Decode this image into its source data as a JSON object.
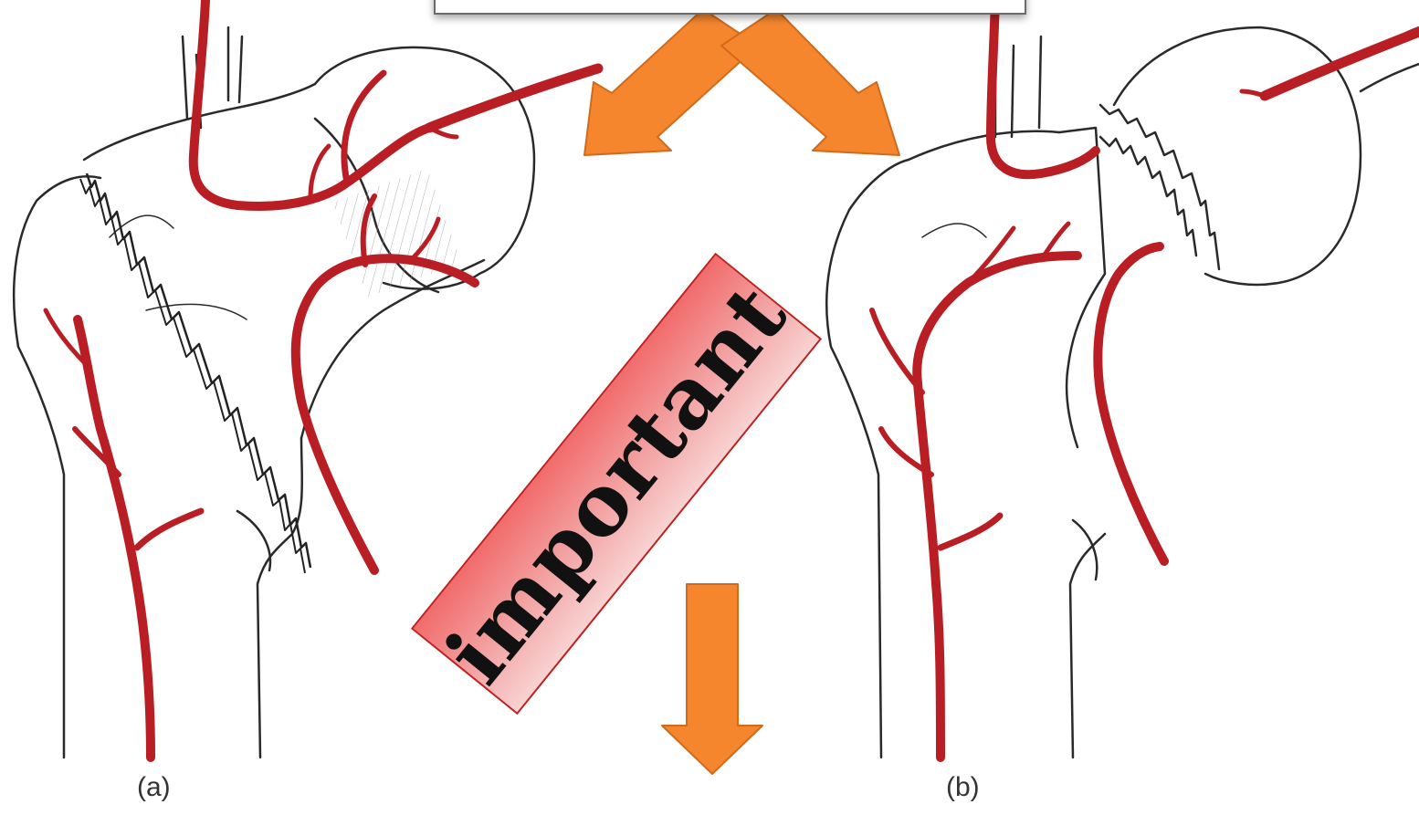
{
  "labels": {
    "panel_a": "(a)",
    "panel_b": "(b)",
    "stamp": "important"
  },
  "colors": {
    "artery": "#b81e24",
    "arrow_fill": "#f5862e",
    "arrow_stroke": "#d06a1c",
    "bone_outline": "#2a2a2a",
    "stamp_fill": "#f27c7c",
    "stamp_border": "#c0201f"
  },
  "icons": {
    "arrow_left_down": "arrow-down-left-icon",
    "arrow_right_down": "arrow-down-right-icon",
    "arrow_down": "arrow-down-icon"
  }
}
